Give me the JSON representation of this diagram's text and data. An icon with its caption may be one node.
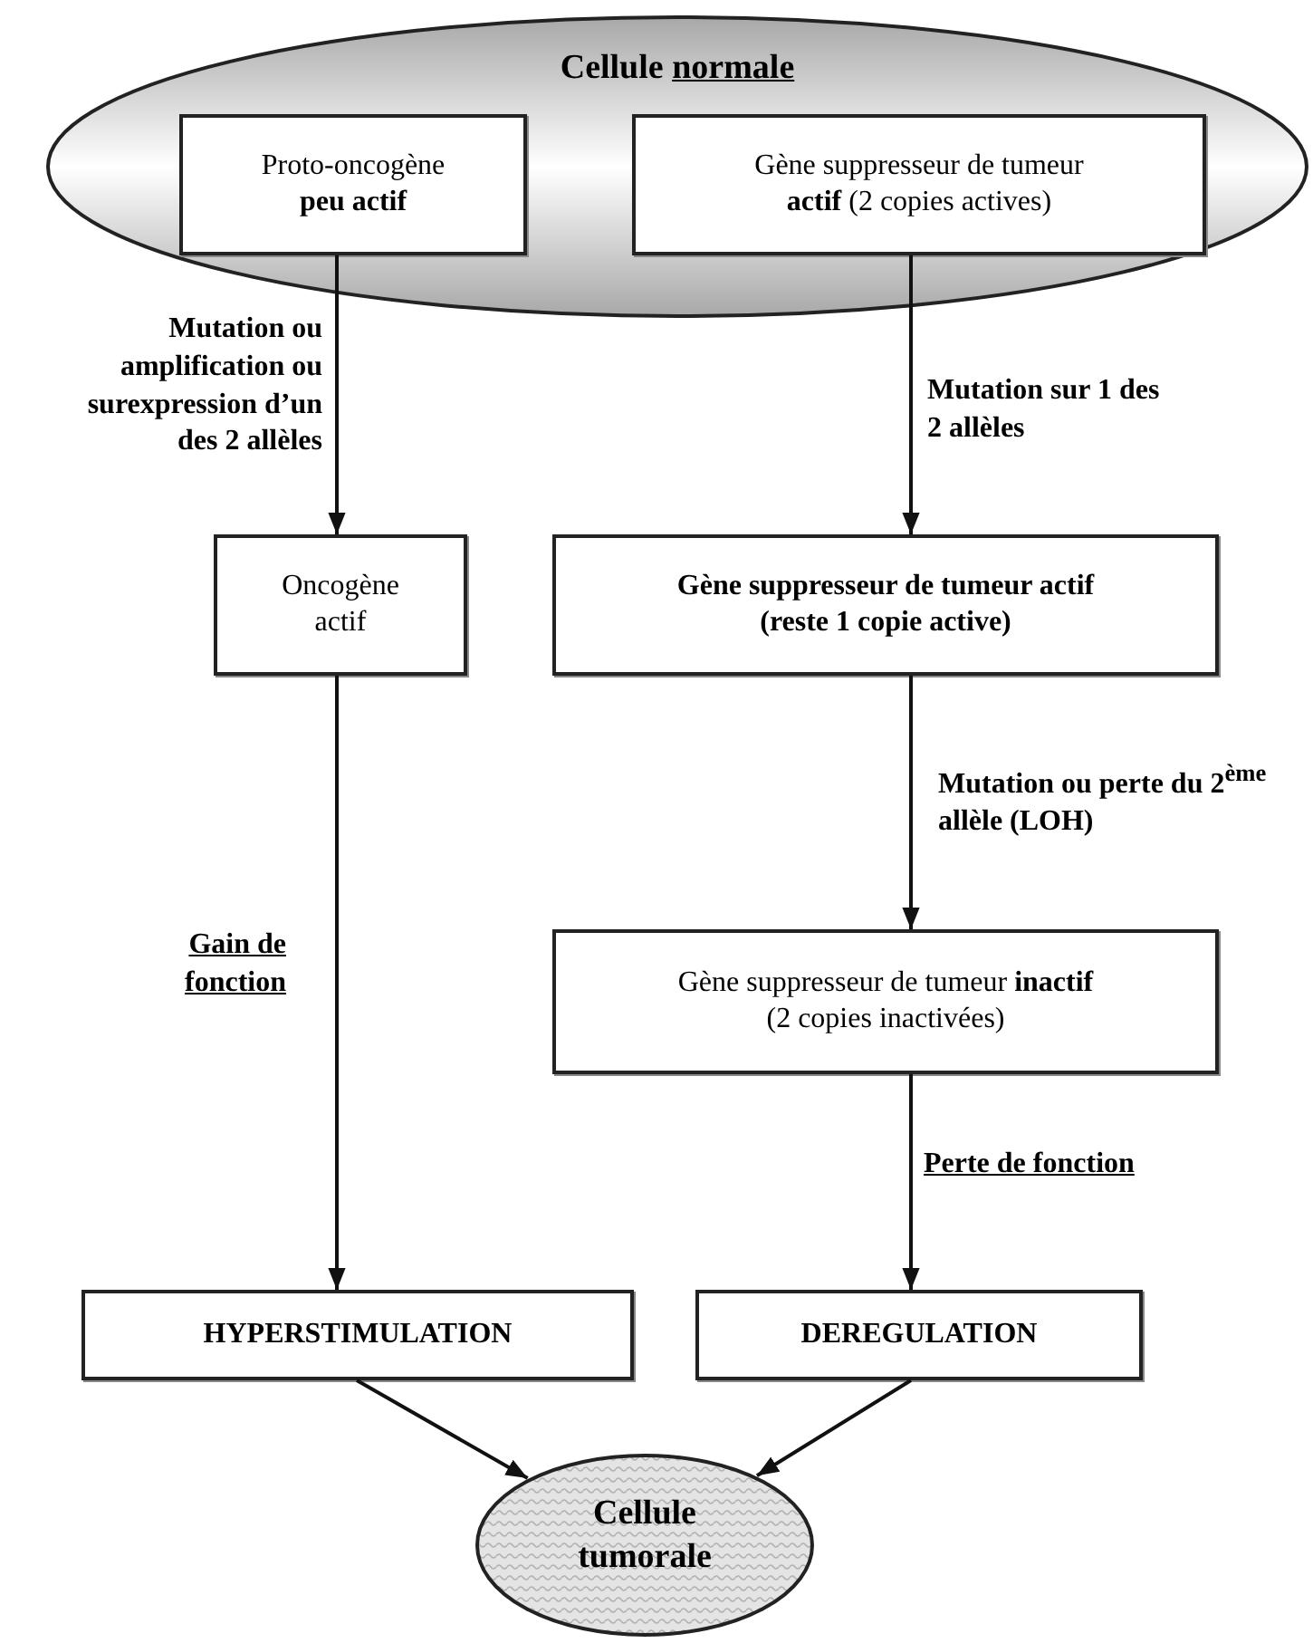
{
  "diagram": {
    "nodes": [
      {
        "text": [
          "Cellule normale"
        ]
      },
      {
        "text": [
          "Proto-oncogène **peu actif**"
        ],
        "in": 0
      },
      {
        "text": [
          "Gène suppresseur de tumeur **actif** (2 copies actives)"
        ],
        "in": 0
      },
      {
        "text": [
          "Oncogène actif"
        ]
      },
      {
        "text": [
          "Gène suppresseur de tumeur actif (reste 1 copie active)"
        ]
      },
      {
        "text": [
          "Gène suppresseur de tumeur **inactif** (2 copies inactivées)"
        ]
      },
      {
        "text": [
          "HYPERSTIMULATION"
        ]
      },
      {
        "text": [
          "DEREGULATION"
        ]
      },
      {
        "text": [
          "Cellule tumorale"
        ]
      }
    ],
    "edges": [
      {
        "from": 1,
        "to": 3,
        "arrow": "to",
        "label": "Mutation ou amplification ou surexpression d’un des 2 allèles"
      },
      {
        "from": 2,
        "to": 4,
        "arrow": "to",
        "label": "Mutation sur 1 des 2 allèles"
      },
      {
        "from": 4,
        "to": 5,
        "arrow": "to",
        "label": "Mutation ou perte du 2$^{ème}$ allèle (LOH)"
      },
      {
        "from": 3,
        "to": 6,
        "arrow": "to",
        "label": "Gain de fonction"
      },
      {
        "from": 5,
        "to": 7,
        "arrow": "to",
        "label": "Perte de fonction"
      },
      {
        "from": 6,
        "to": 8,
        "arrow": "to"
      },
      {
        "from": 7,
        "to": 8,
        "arrow": "to"
      }
    ]
  }
}
